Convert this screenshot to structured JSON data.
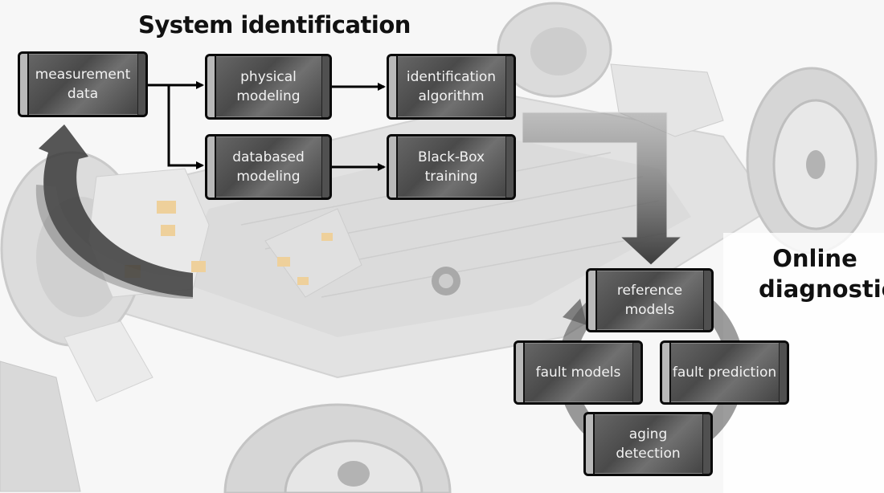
{
  "titles": {
    "system_identification": "System identification",
    "online_diagnostic": "Online diagnostic"
  },
  "system_identification": {
    "measurement_data": "measurement data",
    "physical_modeling": "physical modeling",
    "databased_modeling": "databased modeling",
    "identification_algorithm": "identification algorithm",
    "black_box_training": "Black-Box training"
  },
  "online_diagnostic": {
    "reference_models": "reference models",
    "fault_models": "fault models",
    "fault_prediction": "fault prediction",
    "aging_detection": "aging detection"
  },
  "colors": {
    "box_fill": "#555555",
    "box_border": "#0a0a0a",
    "box_text": "#f2f2f2",
    "arrow": "#000000",
    "big_arrow": "#3a3a3a",
    "background": "#f4f4f4"
  }
}
